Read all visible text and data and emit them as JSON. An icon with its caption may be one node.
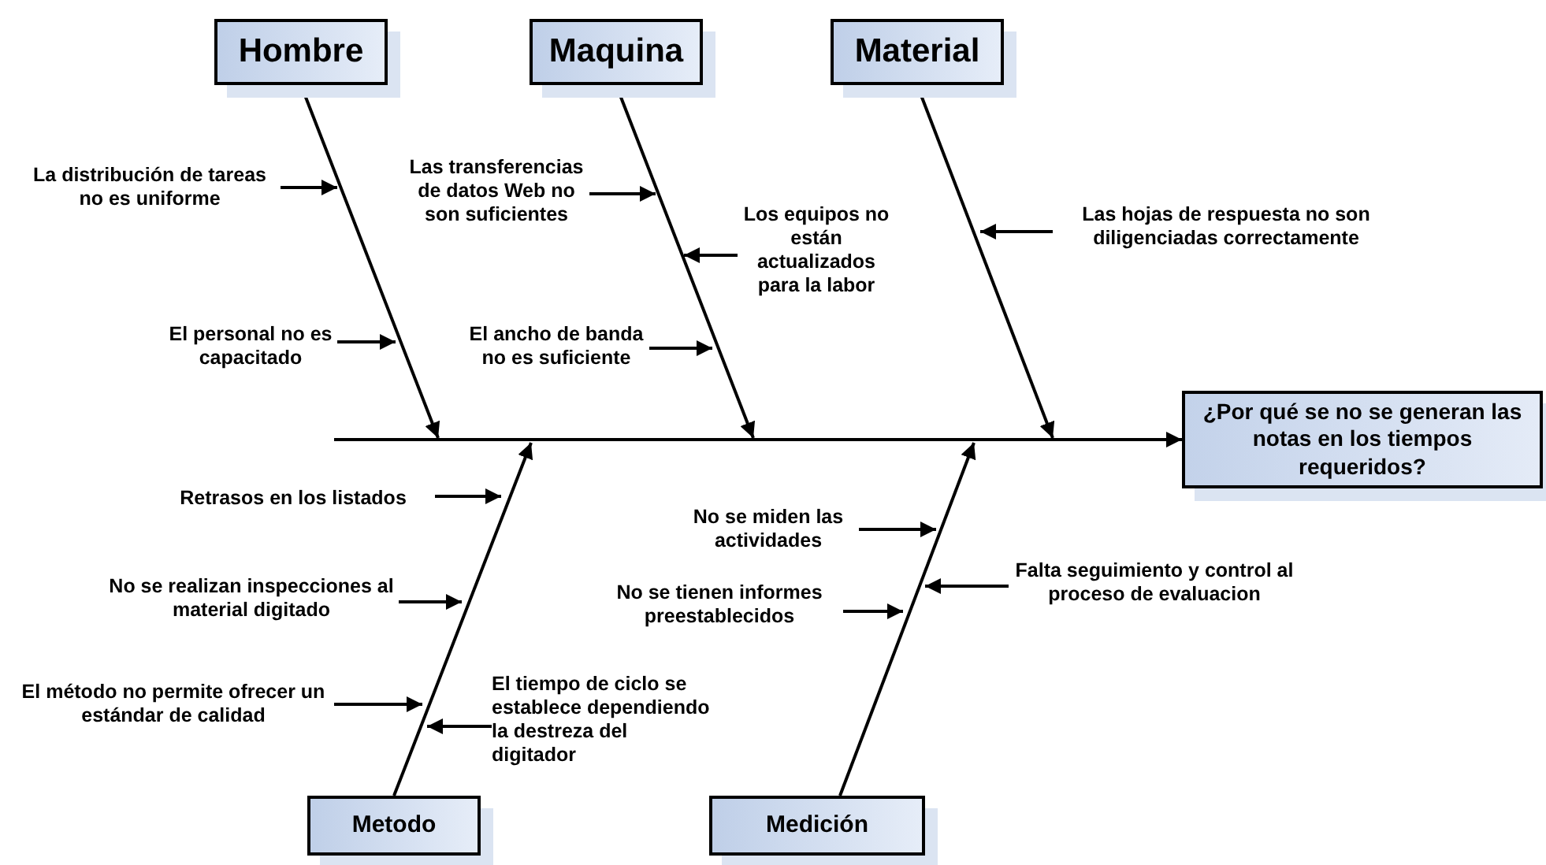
{
  "diagram": {
    "nodes": [
      {
        "text": [
          "Hombre"
        ]
      },
      {
        "text": [
          "Maquina"
        ]
      },
      {
        "text": [
          "Material"
        ]
      },
      {
        "text": [
          "¿Por qué se no se generan las notas en los tiempos requeridos?"
        ]
      },
      {
        "text": [
          "Metodo"
        ]
      },
      {
        "text": [
          "Medición"
        ]
      },
      {
        "text": [
          "La distribución de tareas no es uniforme"
        ]
      },
      {
        "text": [
          "El personal no es capacitado"
        ]
      },
      {
        "text": [
          "Las transferencias de datos Web no son suficientes"
        ]
      },
      {
        "text": [
          "Los equipos no están actualizados para la labor"
        ]
      },
      {
        "text": [
          "El ancho de banda no es suficiente"
        ]
      },
      {
        "text": [
          "Las hojas de respuesta no son diligenciadas correctamente"
        ]
      },
      {
        "text": [
          "Retrasos en los listados"
        ]
      },
      {
        "text": [
          "No se realizan inspecciones al material digitado"
        ]
      },
      {
        "text": [
          "El método no permite ofrecer un estándar de calidad"
        ]
      },
      {
        "text": [
          "El tiempo de ciclo se establece dependiendo la destreza del digitador"
        ]
      },
      {
        "text": [
          "No se miden las actividades"
        ]
      },
      {
        "text": [
          "No se tienen informes preestablecidos"
        ]
      },
      {
        "text": [
          "Falta seguimiento y control al proceso de evaluacion"
        ]
      }
    ],
    "edges": [
      {
        "from": null,
        "to": 3,
        "arrow": "to"
      },
      {
        "from": 0,
        "to": null,
        "arrow": "to"
      },
      {
        "from": 1,
        "to": null,
        "arrow": "to"
      },
      {
        "from": 2,
        "to": null,
        "arrow": "to"
      },
      {
        "from": 4,
        "to": null,
        "arrow": "to"
      },
      {
        "from": 5,
        "to": null,
        "arrow": "to"
      },
      {
        "from": 6,
        "to": null,
        "arrow": "to"
      },
      {
        "from": 7,
        "to": null,
        "arrow": "to"
      },
      {
        "from": 8,
        "to": null,
        "arrow": "to"
      },
      {
        "from": 9,
        "to": null,
        "arrow": "to"
      },
      {
        "from": 10,
        "to": null,
        "arrow": "to"
      },
      {
        "from": 11,
        "to": null,
        "arrow": "to"
      },
      {
        "from": 12,
        "to": null,
        "arrow": "to"
      },
      {
        "from": 13,
        "to": null,
        "arrow": "to"
      },
      {
        "from": 14,
        "to": null,
        "arrow": "to"
      },
      {
        "from": 15,
        "to": null,
        "arrow": "to"
      },
      {
        "from": 16,
        "to": null,
        "arrow": "to"
      },
      {
        "from": 17,
        "to": null,
        "arrow": "to"
      },
      {
        "from": 18,
        "to": null,
        "arrow": "to"
      }
    ]
  }
}
